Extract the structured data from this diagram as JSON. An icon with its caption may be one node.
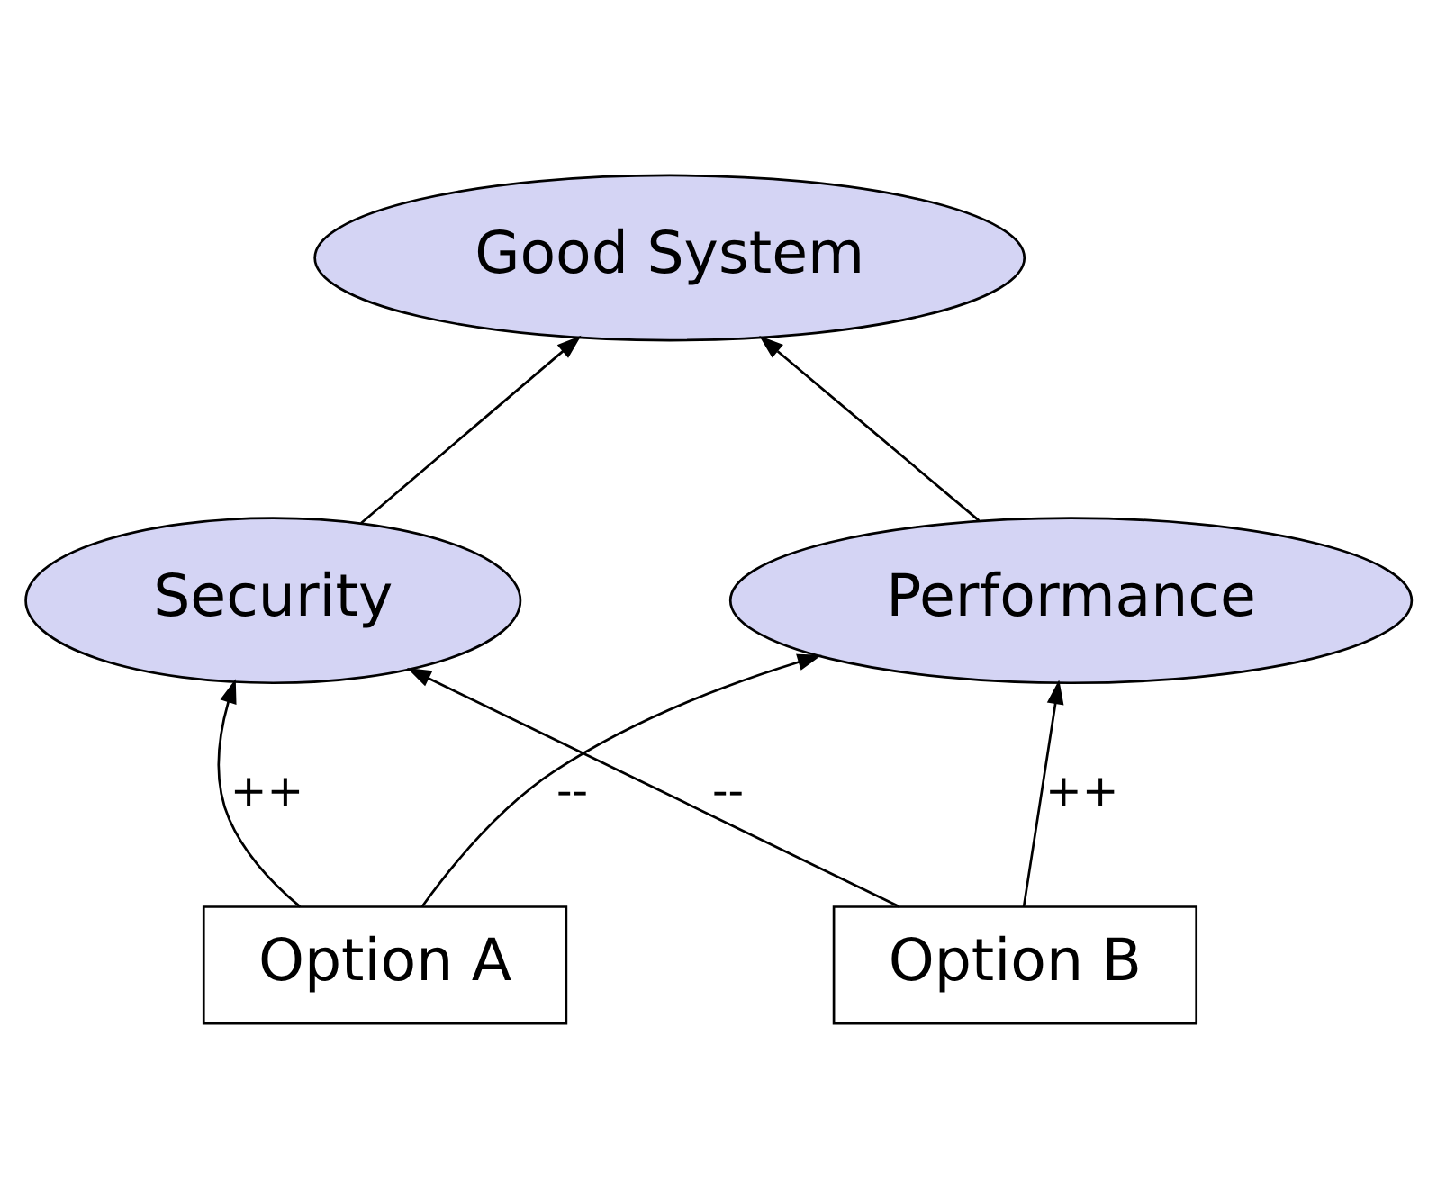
{
  "diagram": {
    "nodes": [
      {
        "text": [
          "Good System"
        ]
      },
      {
        "text": [
          "Security"
        ]
      },
      {
        "text": [
          "Performance"
        ]
      },
      {
        "text": [
          "Option A"
        ]
      },
      {
        "text": [
          "Option B"
        ]
      }
    ],
    "edges": [
      {
        "from": 1,
        "to": 0,
        "arrow": "to"
      },
      {
        "from": 2,
        "to": 0,
        "arrow": "to"
      },
      {
        "from": 3,
        "to": 1,
        "arrow": "to",
        "label": "++"
      },
      {
        "from": 3,
        "to": 2,
        "arrow": "to",
        "label": "--"
      },
      {
        "from": 4,
        "to": 1,
        "arrow": "to",
        "label": "--"
      },
      {
        "from": 4,
        "to": 2,
        "arrow": "to",
        "label": "++"
      }
    ]
  }
}
